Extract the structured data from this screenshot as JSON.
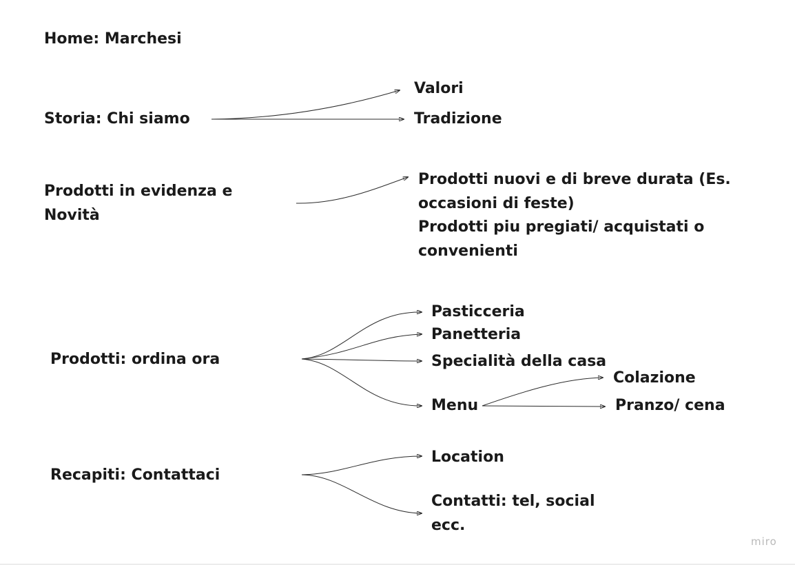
{
  "sitemap": {
    "home": "Home: Marchesi",
    "storia": {
      "label": "Storia: Chi siamo",
      "children": [
        "Valori",
        "Tradizione"
      ]
    },
    "evidenza": {
      "label": "Prodotti in evidenza e Novità",
      "children": [
        "Prodotti nuovi e di breve durata (Es. occasioni di feste)",
        "Prodotti piu pregiati/ acquistati o convenienti"
      ]
    },
    "prodotti": {
      "label": "Prodotti: ordina ora",
      "children": [
        "Pasticceria",
        "Panetteria",
        "Specialità della casa",
        "Menu"
      ],
      "menu_children": [
        "Colazione",
        "Pranzo/ cena"
      ]
    },
    "recapiti": {
      "label": "Recapiti: Contattaci",
      "children": [
        "Location",
        "Contatti: tel, social ecc."
      ]
    }
  },
  "watermark": "miro",
  "colors": {
    "text": "#1a1a1a",
    "connector": "#2b2b2b",
    "watermark": "#b9b9b9"
  }
}
